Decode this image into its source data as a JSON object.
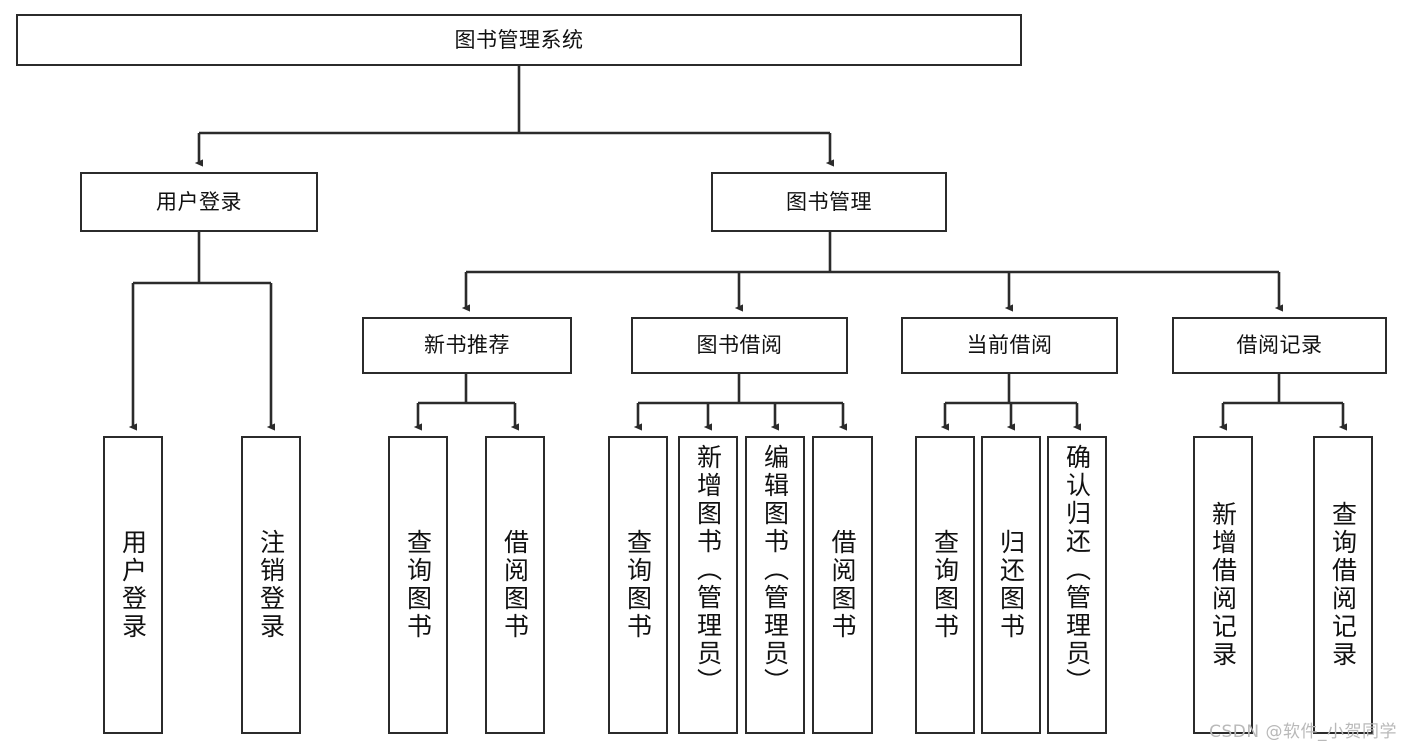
{
  "diagram": {
    "type": "tree",
    "title": "图书管理系统",
    "watermark": "CSDN @软件_小贺同学",
    "accent_color": "#2b2b2b",
    "background_color": "#ffffff",
    "root": {
      "id": "root",
      "label": "图书管理系统"
    },
    "level2": [
      {
        "id": "user-login",
        "label": "用户登录"
      },
      {
        "id": "book-management",
        "label": "图书管理"
      }
    ],
    "level3": [
      {
        "id": "new-book-recommend",
        "label": "新书推荐",
        "parent": "book-management"
      },
      {
        "id": "book-borrow",
        "label": "图书借阅",
        "parent": "book-management"
      },
      {
        "id": "current-borrow",
        "label": "当前借阅",
        "parent": "book-management"
      },
      {
        "id": "borrow-record",
        "label": "借阅记录",
        "parent": "book-management"
      }
    ],
    "leaves": [
      {
        "id": "leaf-user-login",
        "label": "用户登录",
        "parent": "user-login"
      },
      {
        "id": "leaf-logout-login",
        "label": "注销登录",
        "parent": "user-login"
      },
      {
        "id": "leaf-query-book-1",
        "label": "查询图书",
        "parent": "new-book-recommend"
      },
      {
        "id": "leaf-borrow-book-1",
        "label": "借阅图书",
        "parent": "new-book-recommend"
      },
      {
        "id": "leaf-query-book-2",
        "label": "查询图书",
        "parent": "book-borrow"
      },
      {
        "id": "leaf-add-book",
        "label": "新增图书（管理员）",
        "parent": "book-borrow"
      },
      {
        "id": "leaf-edit-book",
        "label": "编辑图书（管理员）",
        "parent": "book-borrow"
      },
      {
        "id": "leaf-borrow-book-2",
        "label": "借阅图书",
        "parent": "book-borrow"
      },
      {
        "id": "leaf-query-book-3",
        "label": "查询图书",
        "parent": "current-borrow"
      },
      {
        "id": "leaf-return-book",
        "label": "归还图书",
        "parent": "current-borrow"
      },
      {
        "id": "leaf-confirm-return",
        "label": "确认归还（管理员）",
        "parent": "current-borrow"
      },
      {
        "id": "leaf-add-record",
        "label": "新增借阅记录",
        "parent": "borrow-record"
      },
      {
        "id": "leaf-query-record",
        "label": "查询借阅记录",
        "parent": "borrow-record"
      }
    ]
  }
}
